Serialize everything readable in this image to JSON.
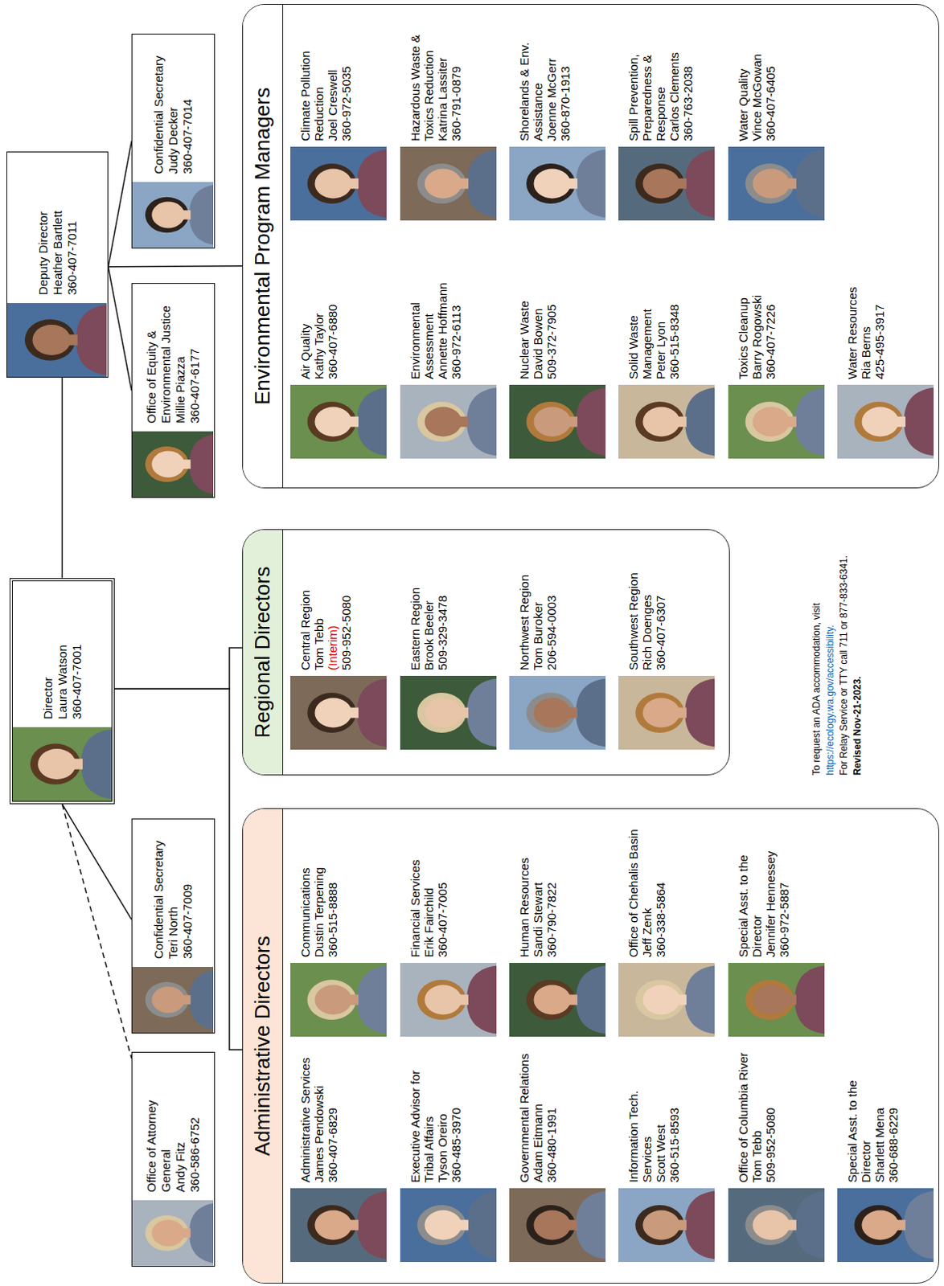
{
  "diagram": {
    "nodes": [
      {
        "text": [
          "Director",
          "Laura Watson",
          "360-407-7001"
        ]
      },
      {
        "text": [
          "Deputy Director",
          "Heather Bartlett",
          "360-407-7011"
        ]
      },
      {
        "text": [
          "Office of Attorney General",
          "Andy Fitz",
          "360-586-6752"
        ]
      },
      {
        "text": [
          "Confidential Secretary",
          "Teri North",
          "360-407-7009"
        ]
      },
      {
        "text": [
          "Office of Equity & Environmental Justice",
          "Millie Piazza",
          "360-407-6177"
        ]
      },
      {
        "text": [
          "Confidential Secretary",
          "Judy Decker",
          "360-407-7014"
        ]
      },
      {
        "text": [
          "Administrative Directors"
        ]
      },
      {
        "text": [
          "Administrative Services",
          "James Pendowski",
          "360-407-6829"
        ],
        "in": 6
      },
      {
        "text": [
          "Communications",
          "Dustin Terpening",
          "360-515-8888"
        ],
        "in": 6
      },
      {
        "text": [
          "Executive Advisor for Tribal Affairs",
          "Tyson Oreiro",
          "360-485-3970"
        ],
        "in": 6
      },
      {
        "text": [
          "Financial Services",
          "Erik Fairchild",
          "360-407-7005"
        ],
        "in": 6
      },
      {
        "text": [
          "Governmental Relations",
          "Adam Eitmann",
          "360-480-1991"
        ],
        "in": 6
      },
      {
        "text": [
          "Human Resources",
          "Sandi Stewart",
          "360-790-7822"
        ],
        "in": 6
      },
      {
        "text": [
          "Information Tech. Services",
          "Scott West",
          "360-515-8593"
        ],
        "in": 6
      },
      {
        "text": [
          "Office of Chehalis Basin",
          "Jeff Zenk",
          "360-338-5864"
        ],
        "in": 6
      },
      {
        "text": [
          "Office of Columbia River",
          "Tom Tebb",
          "509-952-5080"
        ],
        "in": 6
      },
      {
        "text": [
          "Special Asst. to the Director",
          "Jennifer Hennessey",
          "360-972-5887"
        ],
        "in": 6
      },
      {
        "text": [
          "Special Asst. to the Director",
          "Sharlett Mena",
          "360-688-6229"
        ],
        "in": 6
      },
      {
        "text": [
          "Regional Directors"
        ]
      },
      {
        "text": [
          "Central Region",
          "Tom Tebb",
          "(Interim)",
          "509-952-5080"
        ],
        "in": 18
      },
      {
        "text": [
          "Eastern Region",
          "Brook Beeler",
          "509-329-3478"
        ],
        "in": 18
      },
      {
        "text": [
          "Northwest Region",
          "Tom Buroker",
          "206-594-0003"
        ],
        "in": 18
      },
      {
        "text": [
          "Southwest Region",
          "Rich Doenges",
          "360-407-6307"
        ],
        "in": 18
      },
      {
        "text": [
          "Environmental Program Managers"
        ]
      },
      {
        "text": [
          "Air Quality",
          "Kathy Taylor",
          "360-407-6880"
        ],
        "in": 23
      },
      {
        "text": [
          "Climate Pollution Reduction",
          "Joel Creswell",
          "360-972-5035"
        ],
        "in": 23
      },
      {
        "text": [
          "Environmental Assessment",
          "Annette Hoffmann",
          "360-972-6113"
        ],
        "in": 23
      },
      {
        "text": [
          "Hazardous Waste & Toxics Reduction",
          "Katrina Lassiter",
          "360-791-0879"
        ],
        "in": 23
      },
      {
        "text": [
          "Nuclear Waste",
          "David Bowen",
          "509-372-7905"
        ],
        "in": 23
      },
      {
        "text": [
          "Shorelands & Env. Assistance",
          "Joenne McGerr",
          "360-870-1913"
        ],
        "in": 23
      },
      {
        "text": [
          "Solid Waste Management",
          "Peter Lyon",
          "360-515-8348"
        ],
        "in": 23
      },
      {
        "text": [
          "Spill Prevention, Preparedness & Response",
          "Carlos Clements",
          "360-763-2038"
        ],
        "in": 23
      },
      {
        "text": [
          "Toxics Cleanup",
          "Barry Rogowski",
          "360-407-7226"
        ],
        "in": 23
      },
      {
        "text": [
          "Water Quality",
          "Vince McGowan",
          "360-407-6405"
        ],
        "in": 23
      },
      {
        "text": [
          "Water Resources",
          "Ria Berns",
          "425-495-3917"
        ],
        "in": 23
      }
    ],
    "edges": [
      {
        "from": 0,
        "to": 1,
        "arrow": "none"
      },
      {
        "from": 0,
        "to": 2,
        "arrow": "none"
      },
      {
        "from": 0,
        "to": 3,
        "arrow": "none"
      },
      {
        "from": 1,
        "to": 4,
        "arrow": "none"
      },
      {
        "from": 1,
        "to": 5,
        "arrow": "none"
      },
      {
        "from": 1,
        "to": 23,
        "arrow": "none"
      },
      {
        "from": 0,
        "to": 6,
        "arrow": "none"
      },
      {
        "from": 0,
        "to": 18,
        "arrow": "none"
      }
    ],
    "labels": [
      "To request an ADA accommodation, visit",
      "https://ecology.wa.gov/accessibility.",
      "For Relay Service or TTY call 711 or 877-833-6341.",
      "Revised Nov-21-2023."
    ]
  }
}
